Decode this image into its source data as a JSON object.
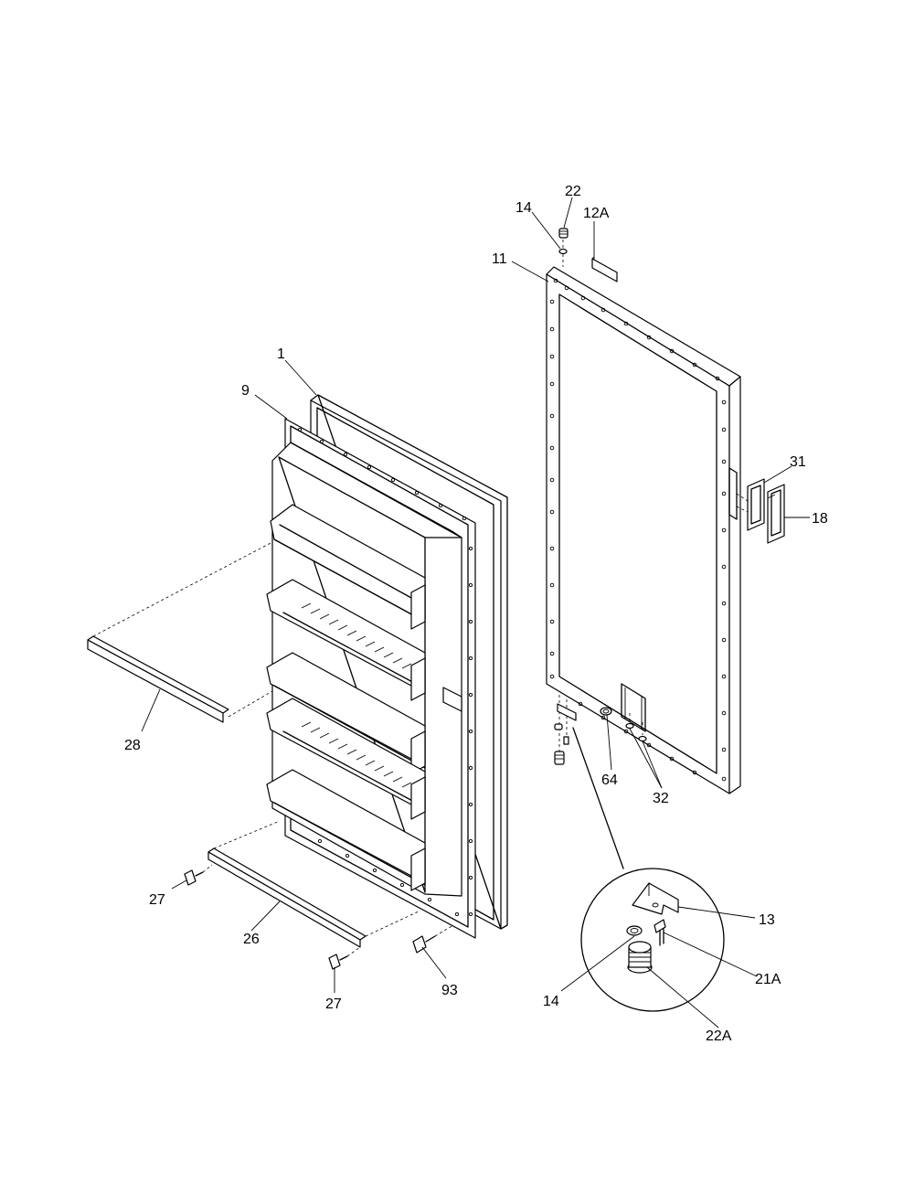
{
  "labels": {
    "p1": "1",
    "p9": "9",
    "p11": "11",
    "p12A": "12A",
    "p13": "13",
    "p14_top": "14",
    "p14_detail": "14",
    "p18": "18",
    "p21A": "21A",
    "p22_top": "22",
    "p22A": "22A",
    "p26": "26",
    "p27_left": "27",
    "p27_bottom": "27",
    "p28": "28",
    "p31": "31",
    "p32": "32",
    "p64": "64",
    "p93": "93"
  }
}
